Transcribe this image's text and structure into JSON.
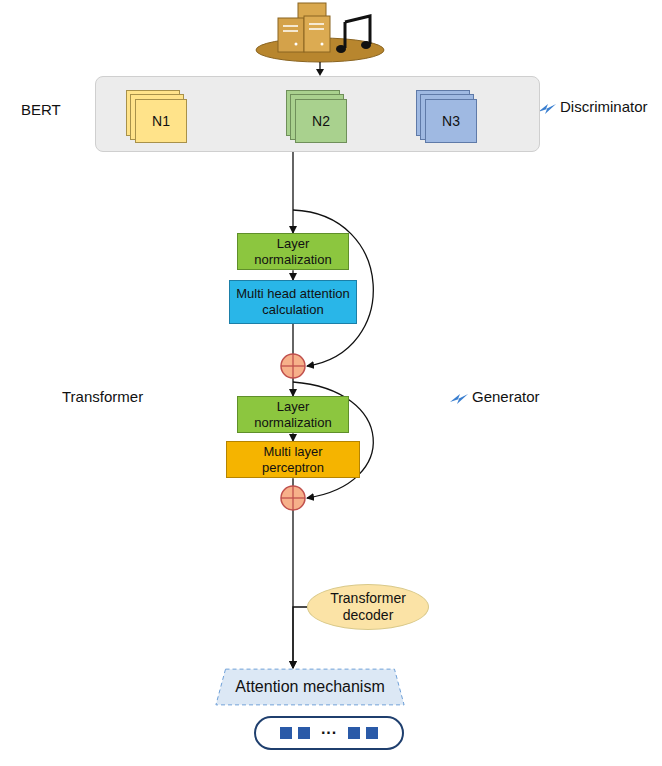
{
  "diagram": {
    "nodes": [
      {
        "text": [
          "BERT"
        ]
      },
      {
        "text": [
          "N1"
        ],
        "in": 0
      },
      {
        "text": [
          "N2"
        ],
        "in": 0
      },
      {
        "text": [
          "N3"
        ],
        "in": 0
      },
      {
        "text": [
          "Transformer"
        ]
      },
      {
        "text": [
          "Layer normalization"
        ],
        "in": 4
      },
      {
        "text": [
          "Multi head attention calculation"
        ],
        "in": 4
      },
      {
        "text": [
          "Layer normalization"
        ],
        "in": 4
      },
      {
        "text": [
          "Multi layer perceptron"
        ],
        "in": 4
      },
      {
        "text": [
          "Transformer decoder"
        ]
      },
      {
        "text": [
          "Attention mechanism"
        ]
      },
      {
        "text": [
          "···"
        ]
      }
    ],
    "edges": [
      {
        "from": 0,
        "to": 5,
        "arrow": "to"
      },
      {
        "from": 5,
        "to": 6,
        "arrow": "to"
      },
      {
        "from": 6,
        "to": 7,
        "arrow": "to"
      },
      {
        "from": 7,
        "to": 8,
        "arrow": "to"
      },
      {
        "from": 8,
        "to": 10,
        "arrow": "to"
      },
      {
        "from": 9,
        "to": 10,
        "arrow": "to"
      }
    ],
    "labels": [
      "Discriminator",
      "Generator"
    ]
  }
}
